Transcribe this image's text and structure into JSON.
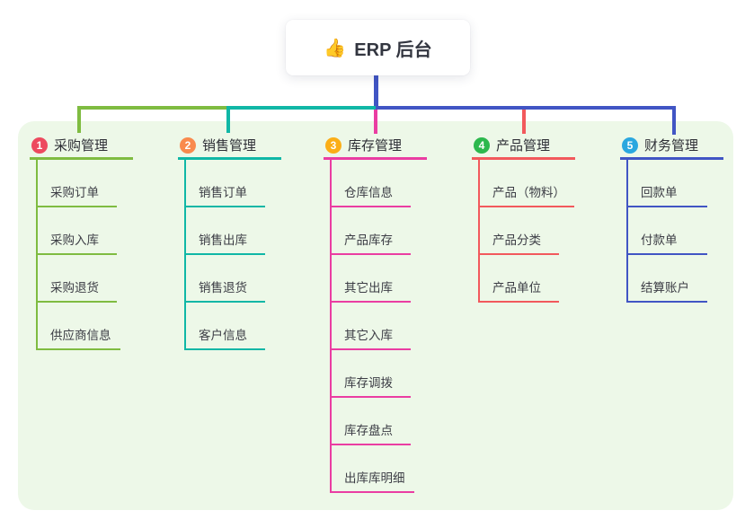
{
  "root": {
    "title": "ERP 后台",
    "icon": "thumbs-up-icon",
    "icon_glyph": "👍"
  },
  "colors": {
    "panel_bg": "#EDF8E8",
    "root_line": "#4155C4",
    "green": "#7FBC41",
    "teal": "#10B7A6",
    "magenta": "#EA3DA2",
    "red": "#F2595C",
    "blue": "#4155C4"
  },
  "branches": [
    {
      "num": "1",
      "label": "采购管理",
      "badge_color": "#ED4A5F",
      "line_color": "#7FBC41",
      "children": [
        "采购订单",
        "采购入库",
        "采购退货",
        "供应商信息"
      ]
    },
    {
      "num": "2",
      "label": "销售管理",
      "badge_color": "#F98A4D",
      "line_color": "#10B7A6",
      "children": [
        "销售订单",
        "销售出库",
        "销售退货",
        "客户信息"
      ]
    },
    {
      "num": "3",
      "label": "库存管理",
      "badge_color": "#FBAE17",
      "line_color": "#EA3DA2",
      "children": [
        "仓库信息",
        "产品库存",
        "其它出库",
        "其它入库",
        "库存调拨",
        "库存盘点",
        "出库库明细"
      ]
    },
    {
      "num": "4",
      "label": "产品管理",
      "badge_color": "#2CB84D",
      "line_color": "#F2595C",
      "children": [
        "产品（物料）",
        "产品分类",
        "产品单位"
      ]
    },
    {
      "num": "5",
      "label": "财务管理",
      "badge_color": "#2AA7DF",
      "line_color": "#4155C4",
      "children": [
        "回款单",
        "付款单",
        "结算账户"
      ]
    }
  ]
}
